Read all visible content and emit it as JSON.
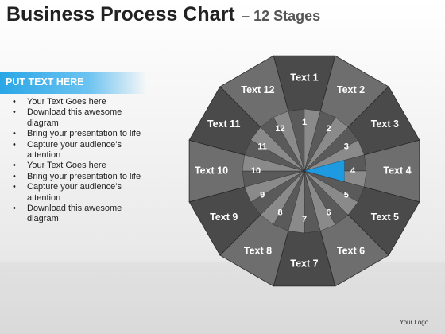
{
  "slide": {
    "title": "Business Process Chart",
    "subtitle": "– 12 Stages",
    "section_heading": "PUT TEXT HERE",
    "logo_text": "Your Logo",
    "bullets": [
      "Your Text Goes here",
      "Download this awesome diagram",
      "Bring your presentation to life",
      "Capture your audience’s attention",
      "Your Text Goes here",
      "Bring your presentation to life",
      "Capture your audience’s attention",
      "Download this awesome diagram"
    ]
  },
  "diagram": {
    "stages": [
      {
        "number": "1",
        "label": "Text 1"
      },
      {
        "number": "2",
        "label": "Text 2"
      },
      {
        "number": "3",
        "label": "Text 3"
      },
      {
        "number": "4",
        "label": "Text 4",
        "highlight": true
      },
      {
        "number": "5",
        "label": "Text 5"
      },
      {
        "number": "6",
        "label": "Text 6"
      },
      {
        "number": "7",
        "label": "Text 7"
      },
      {
        "number": "8",
        "label": "Text 8"
      },
      {
        "number": "9",
        "label": "Text 9"
      },
      {
        "number": "10",
        "label": "Text 10"
      },
      {
        "number": "11",
        "label": "Text 11"
      },
      {
        "number": "12",
        "label": "Text 12"
      }
    ],
    "colors": {
      "highlight": "#1e9be0",
      "outer_a": "#4a4a4a",
      "outer_b": "#6e6e6e",
      "inner_a": "#5a5a5a",
      "inner_b": "#8a8a8a",
      "edge": "#2a2a2a"
    }
  }
}
